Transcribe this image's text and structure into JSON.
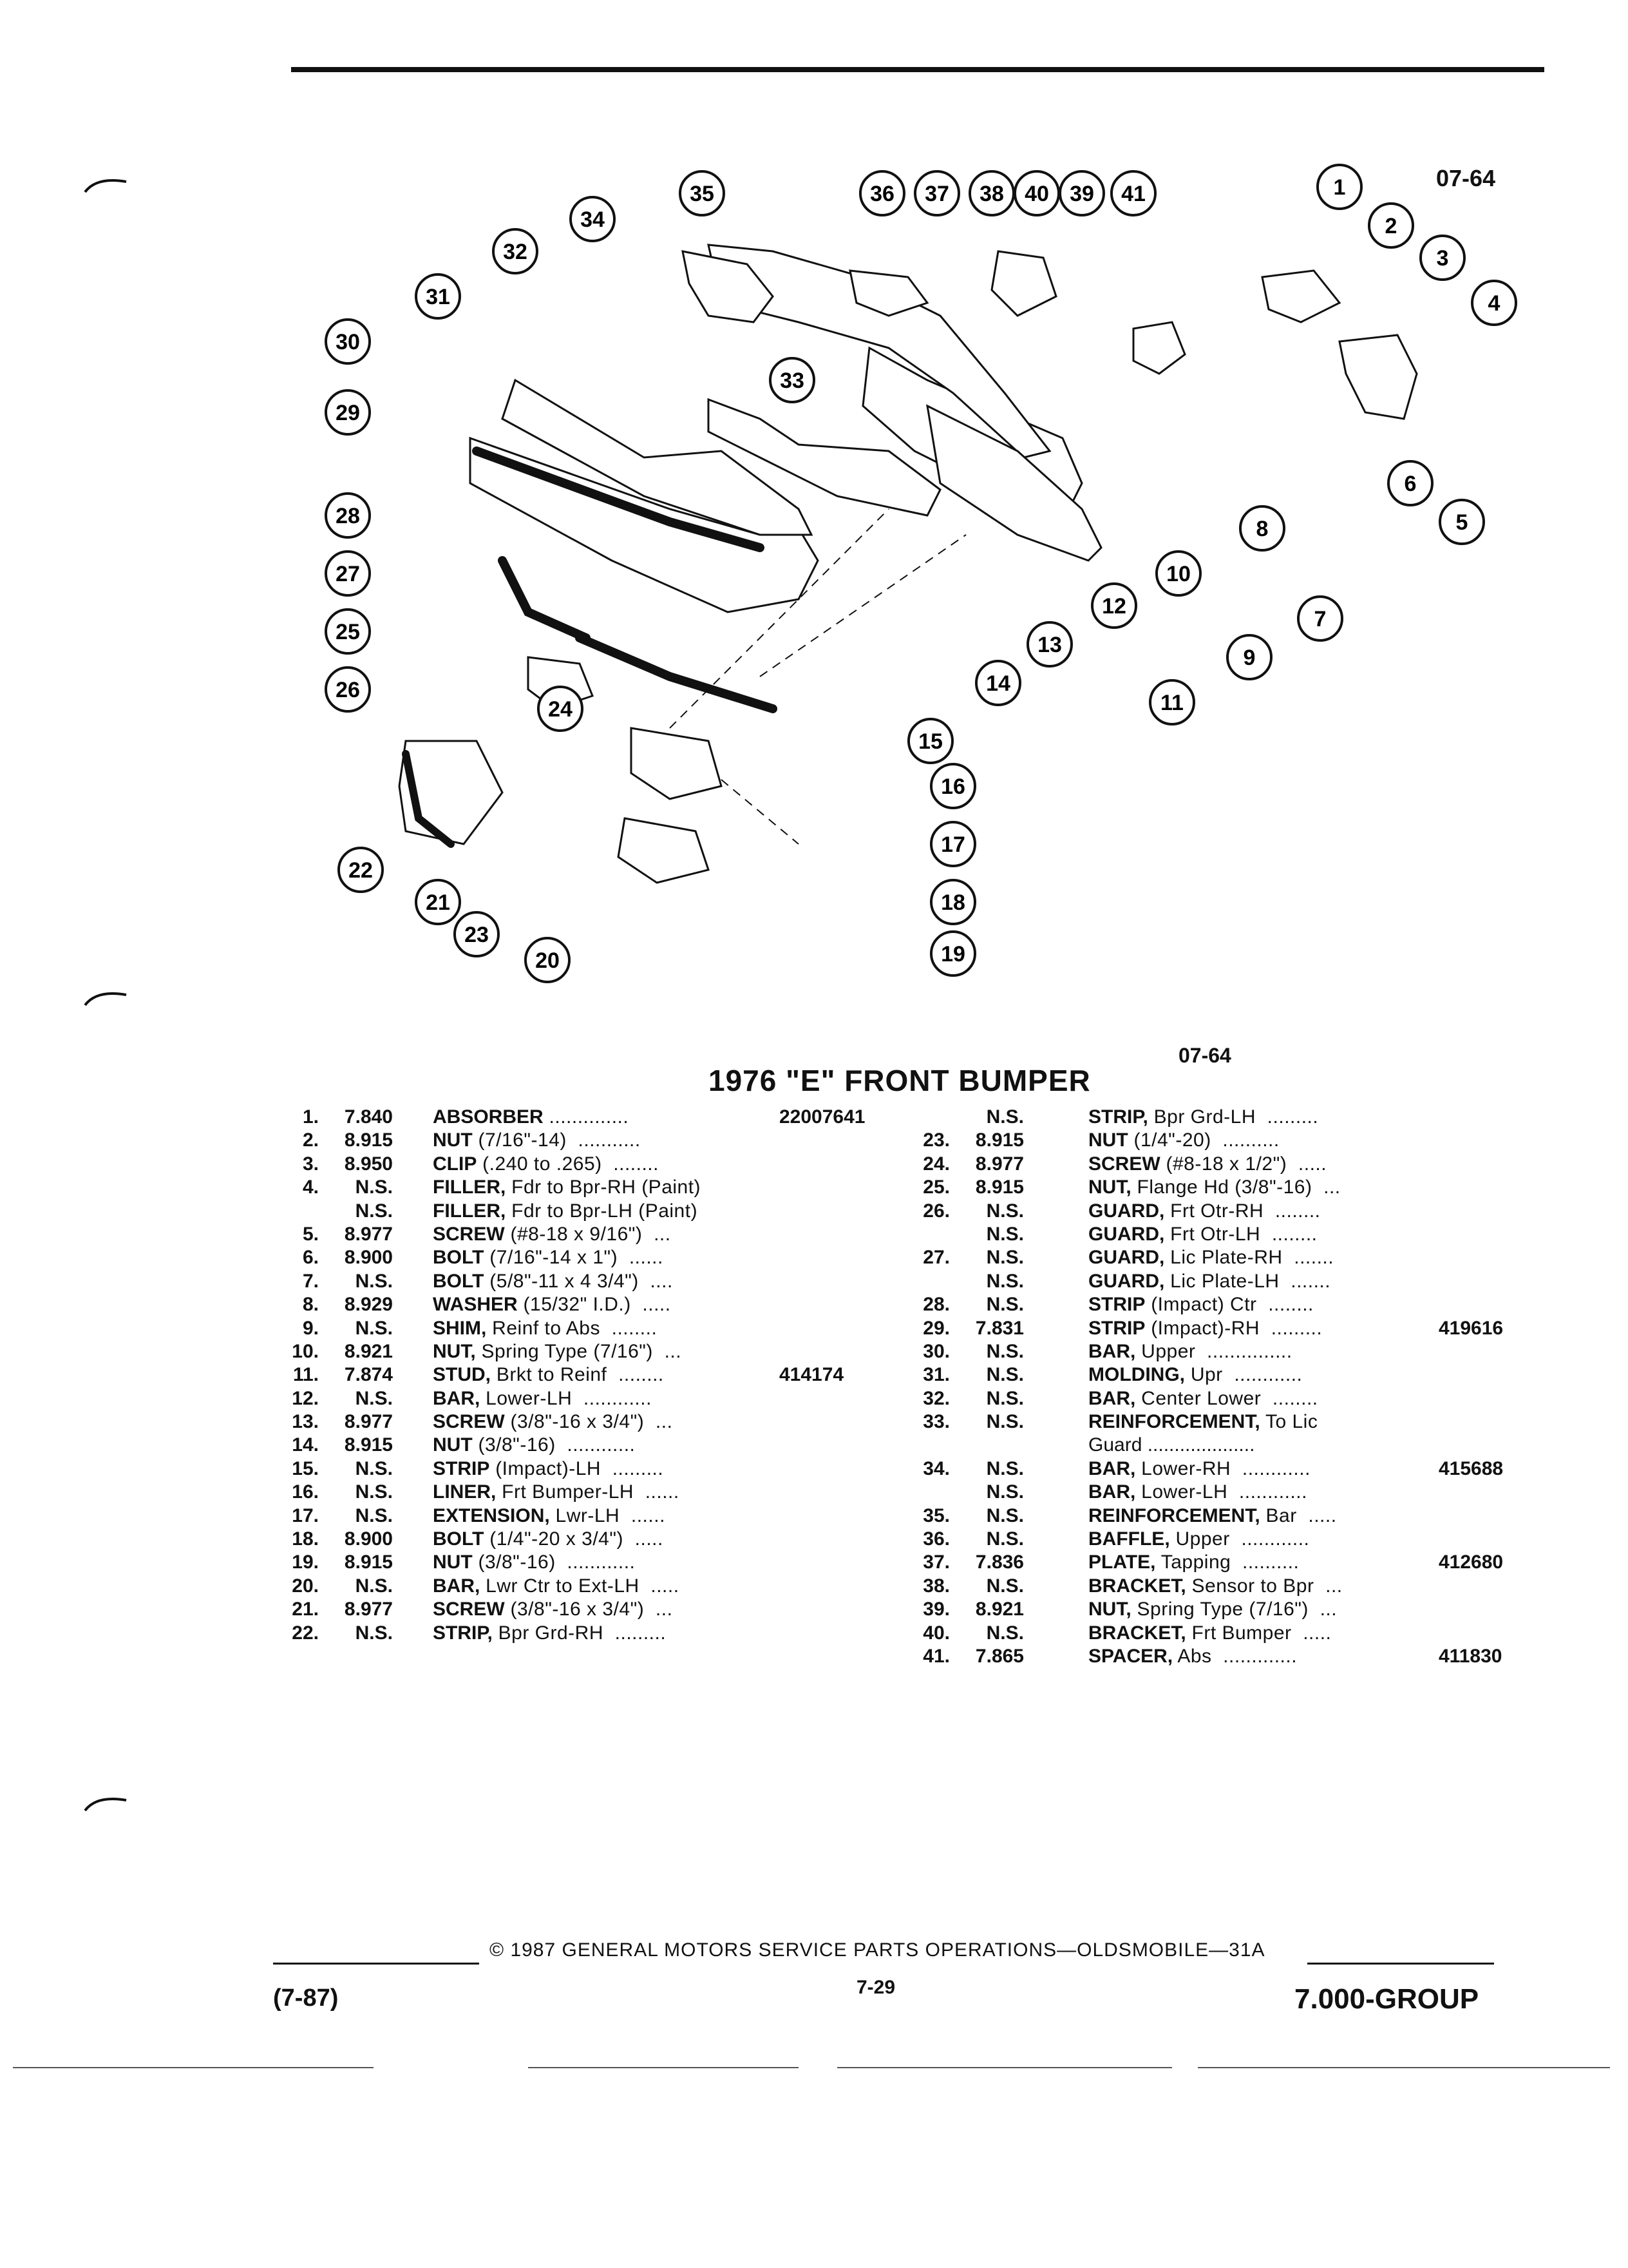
{
  "figure_code_top": "07-64",
  "figure_code_bottom": "07-64",
  "title": "1976 \"E\" FRONT BUMPER",
  "callouts": [
    "1",
    "2",
    "3",
    "4",
    "5",
    "6",
    "7",
    "8",
    "9",
    "10",
    "11",
    "12",
    "13",
    "14",
    "15",
    "16",
    "17",
    "18",
    "19",
    "20",
    "21",
    "22",
    "23",
    "24",
    "25",
    "26",
    "27",
    "28",
    "29",
    "30",
    "31",
    "32",
    "33",
    "34",
    "35",
    "36",
    "37",
    "38",
    "39",
    "40",
    "41"
  ],
  "parts_left": [
    {
      "num": "1.",
      "group": "7.840",
      "name": "ABSORBER",
      "detail": " ..............",
      "part": "22007641"
    },
    {
      "num": "2.",
      "group": "8.915",
      "name": "NUT",
      "detail": " (7/16\"-14)  ...........",
      "part": ""
    },
    {
      "num": "3.",
      "group": "8.950",
      "name": "CLIP",
      "detail": " (.240 to .265)  ........",
      "part": ""
    },
    {
      "num": "4.",
      "group": "N.S.",
      "name": "FILLER,",
      "detail": " Fdr to Bpr-RH (Paint)",
      "part": ""
    },
    {
      "num": "",
      "group": "N.S.",
      "name": "FILLER,",
      "detail": " Fdr to Bpr-LH (Paint)",
      "part": ""
    },
    {
      "num": "5.",
      "group": "8.977",
      "name": "SCREW",
      "detail": " (#8-18 x 9/16\")  ...",
      "part": ""
    },
    {
      "num": "6.",
      "group": "8.900",
      "name": "BOLT",
      "detail": " (7/16\"-14 x 1\")  ......",
      "part": ""
    },
    {
      "num": "7.",
      "group": "N.S.",
      "name": "BOLT",
      "detail": " (5/8\"-11 x 4 3/4\")  ....",
      "part": ""
    },
    {
      "num": "8.",
      "group": "8.929",
      "name": "WASHER",
      "detail": " (15/32\" I.D.)  .....",
      "part": ""
    },
    {
      "num": "9.",
      "group": "N.S.",
      "name": "SHIM,",
      "detail": " Reinf to Abs  ........",
      "part": ""
    },
    {
      "num": "10.",
      "group": "8.921",
      "name": "NUT,",
      "detail": " Spring Type (7/16\")  ...",
      "part": ""
    },
    {
      "num": "11.",
      "group": "7.874",
      "name": "STUD,",
      "detail": " Brkt to Reinf  ........",
      "part": "414174"
    },
    {
      "num": "12.",
      "group": "N.S.",
      "name": "BAR,",
      "detail": " Lower-LH  ............",
      "part": ""
    },
    {
      "num": "13.",
      "group": "8.977",
      "name": "SCREW",
      "detail": " (3/8\"-16 x 3/4\")  ...",
      "part": ""
    },
    {
      "num": "14.",
      "group": "8.915",
      "name": "NUT",
      "detail": " (3/8\"-16)  ............",
      "part": ""
    },
    {
      "num": "15.",
      "group": "N.S.",
      "name": "STRIP",
      "detail": " (Impact)-LH  .........",
      "part": ""
    },
    {
      "num": "16.",
      "group": "N.S.",
      "name": "LINER,",
      "detail": " Frt Bumper-LH  ......",
      "part": ""
    },
    {
      "num": "17.",
      "group": "N.S.",
      "name": "EXTENSION,",
      "detail": " Lwr-LH  ......",
      "part": ""
    },
    {
      "num": "18.",
      "group": "8.900",
      "name": "BOLT",
      "detail": " (1/4\"-20 x 3/4\")  .....",
      "part": ""
    },
    {
      "num": "19.",
      "group": "8.915",
      "name": "NUT",
      "detail": " (3/8\"-16)  ............",
      "part": ""
    },
    {
      "num": "20.",
      "group": "N.S.",
      "name": "BAR,",
      "detail": " Lwr Ctr to Ext-LH  .....",
      "part": ""
    },
    {
      "num": "21.",
      "group": "8.977",
      "name": "SCREW",
      "detail": " (3/8\"-16 x 3/4\")  ...",
      "part": ""
    },
    {
      "num": "22.",
      "group": "N.S.",
      "name": "STRIP,",
      "detail": " Bpr Grd-RH  .........",
      "part": ""
    }
  ],
  "parts_right": [
    {
      "num": "",
      "group": "N.S.",
      "name": "STRIP,",
      "detail": " Bpr Grd-LH  .........",
      "part": ""
    },
    {
      "num": "23.",
      "group": "8.915",
      "name": "NUT",
      "detail": " (1/4\"-20)  ..........",
      "part": ""
    },
    {
      "num": "24.",
      "group": "8.977",
      "name": "SCREW",
      "detail": " (#8-18 x 1/2\")  .....",
      "part": ""
    },
    {
      "num": "25.",
      "group": "8.915",
      "name": "NUT,",
      "detail": " Flange Hd (3/8\"-16)  ...",
      "part": ""
    },
    {
      "num": "26.",
      "group": "N.S.",
      "name": "GUARD,",
      "detail": " Frt Otr-RH  ........",
      "part": ""
    },
    {
      "num": "",
      "group": "N.S.",
      "name": "GUARD,",
      "detail": " Frt Otr-LH  ........",
      "part": ""
    },
    {
      "num": "27.",
      "group": "N.S.",
      "name": "GUARD,",
      "detail": " Lic Plate-RH  .......",
      "part": ""
    },
    {
      "num": "",
      "group": "N.S.",
      "name": "GUARD,",
      "detail": " Lic Plate-LH  .......",
      "part": ""
    },
    {
      "num": "28.",
      "group": "N.S.",
      "name": "STRIP",
      "detail": " (Impact) Ctr  ........",
      "part": ""
    },
    {
      "num": "29.",
      "group": "7.831",
      "name": "STRIP",
      "detail": " (Impact)-RH  .........",
      "part": "419616"
    },
    {
      "num": "30.",
      "group": "N.S.",
      "name": "BAR,",
      "detail": " Upper  ...............",
      "part": ""
    },
    {
      "num": "31.",
      "group": "N.S.",
      "name": "MOLDING,",
      "detail": " Upr  ............",
      "part": ""
    },
    {
      "num": "32.",
      "group": "N.S.",
      "name": "BAR,",
      "detail": " Center Lower  ........",
      "part": ""
    },
    {
      "num": "33.",
      "group": "N.S.",
      "name": "REINFORCEMENT,",
      "detail": " To Lic",
      "part": "",
      "line2": "Guard  ...................."
    },
    {
      "num": "34.",
      "group": "N.S.",
      "name": "BAR,",
      "detail": " Lower-RH  ............",
      "part": "415688"
    },
    {
      "num": "",
      "group": "N.S.",
      "name": "BAR,",
      "detail": " Lower-LH  ............",
      "part": ""
    },
    {
      "num": "35.",
      "group": "N.S.",
      "name": "REINFORCEMENT,",
      "detail": " Bar  .....",
      "part": ""
    },
    {
      "num": "36.",
      "group": "N.S.",
      "name": "BAFFLE,",
      "detail": " Upper  ............",
      "part": ""
    },
    {
      "num": "37.",
      "group": "7.836",
      "name": "PLATE,",
      "detail": " Tapping  ..........",
      "part": "412680"
    },
    {
      "num": "38.",
      "group": "N.S.",
      "name": "BRACKET,",
      "detail": " Sensor to Bpr  ...",
      "part": ""
    },
    {
      "num": "39.",
      "group": "8.921",
      "name": "NUT,",
      "detail": " Spring Type (7/16\")  ...",
      "part": ""
    },
    {
      "num": "40.",
      "group": "N.S.",
      "name": "BRACKET,",
      "detail": " Frt Bumper  .....",
      "part": ""
    },
    {
      "num": "41.",
      "group": "7.865",
      "name": "SPACER,",
      "detail": " Abs  .............",
      "part": "411830"
    }
  ],
  "footer": {
    "date": "(7-87)",
    "copyright": "© 1987 GENERAL MOTORS SERVICE PARTS OPERATIONS—OLDSMOBILE—31A",
    "page": "7-29",
    "group": "7.000-GROUP"
  }
}
